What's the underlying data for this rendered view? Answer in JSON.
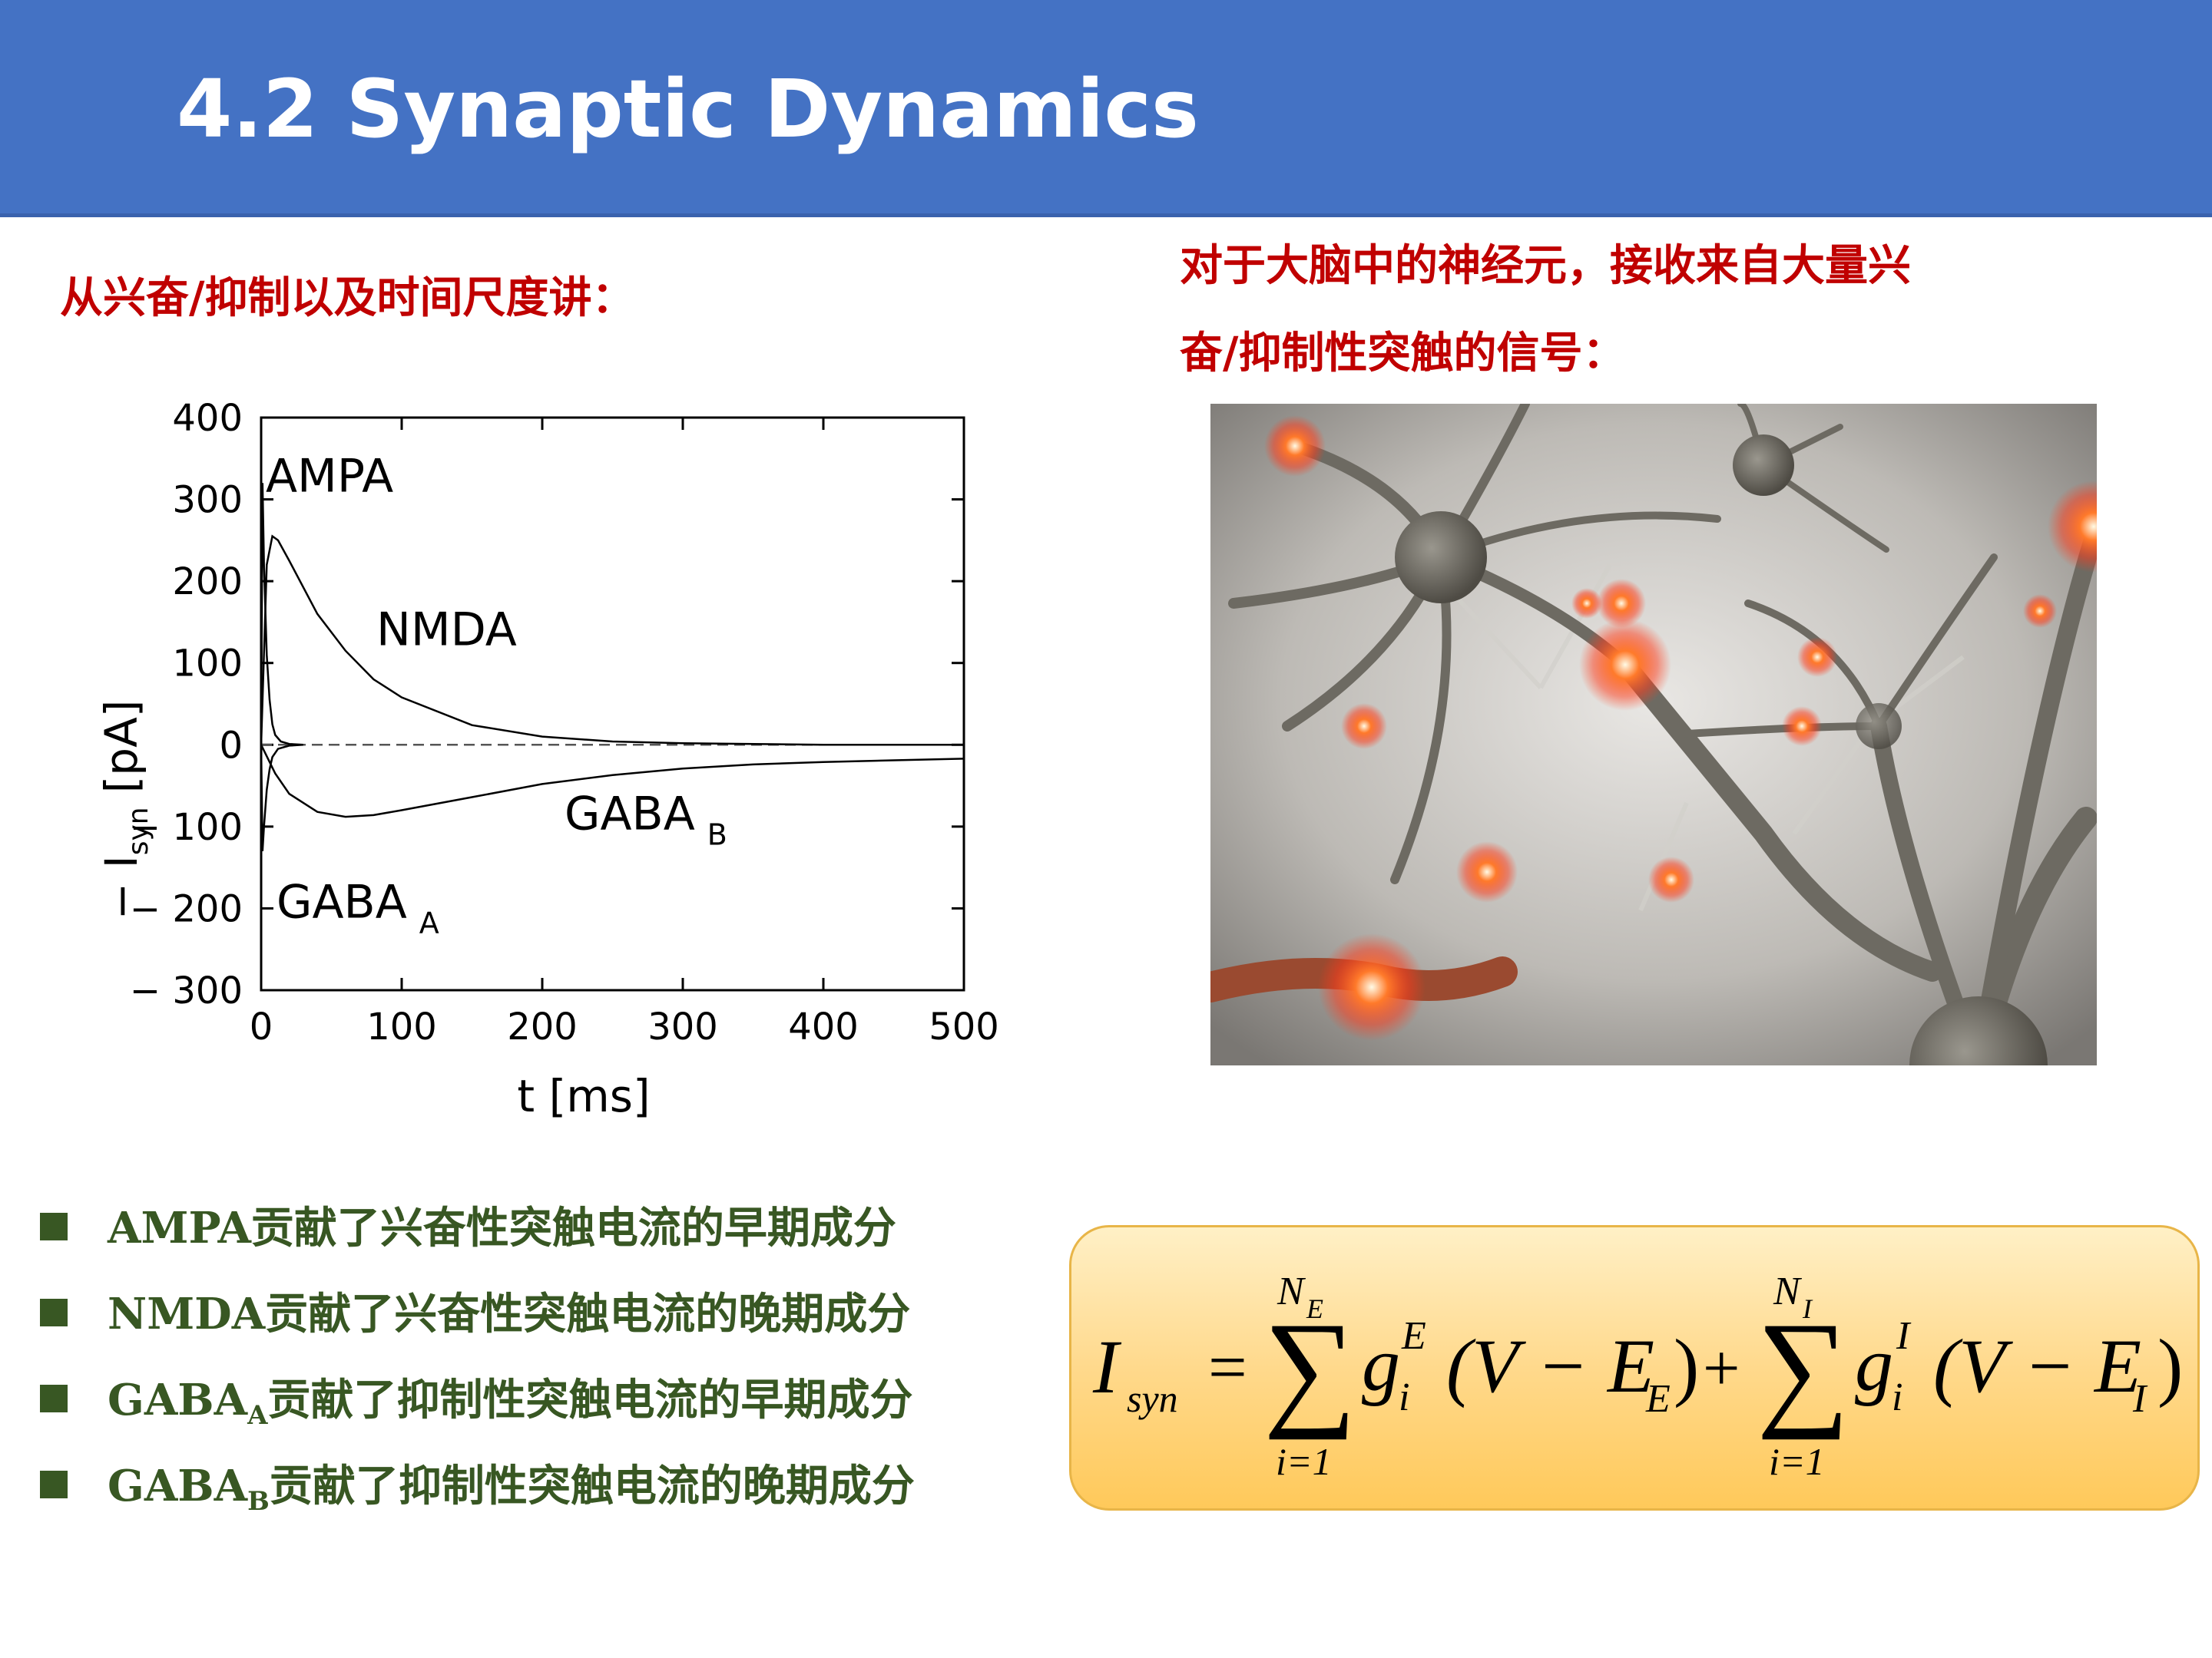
{
  "slide": {
    "title": "4.2 Synaptic Dynamics",
    "left_heading": "从兴奋/抑制以及时间尺度讲：",
    "right_heading_line1": "对于大脑中的神经元，接收来自大量兴",
    "right_heading_line2": "奋/抑制性突触的信号：",
    "bullets": [
      {
        "name": "AMPA",
        "sub": "",
        "text": "贡献了兴奋性突触电流的早期成分"
      },
      {
        "name": "NMDA",
        "sub": "",
        "text": "贡献了兴奋性突触电流的晚期成分"
      },
      {
        "name": "GABA",
        "sub": "A",
        "text": "贡献了抑制性突触电流的早期成分"
      },
      {
        "name": "GABA",
        "sub": "B",
        "text": "贡献了抑制性突触电流的晚期成分"
      }
    ],
    "formula": {
      "lhs_symbol": "I",
      "lhs_sub": "syn",
      "equals": "=",
      "sum1_upper": "N",
      "sum1_upper_sub": "E",
      "sum1_lower": "i=1",
      "g": "g",
      "g1_sup": "E",
      "g_sub": "i",
      "term1_open": "(V − E",
      "term1_sub": "E",
      "plus": "+",
      "sum2_upper": "N",
      "sum2_upper_sub": "I",
      "sum2_lower": "i=1",
      "g2_sup": "I",
      "term2_open": "(V − E",
      "term2_sub": "I",
      "close": ")"
    },
    "colors": {
      "title_bar": "#4472C4",
      "heading": "#C00000",
      "bullet": "#385723",
      "formula_fill": "#FFD98C",
      "formula_border": "#E8B548"
    },
    "image": {
      "icon": "neuron-network-image"
    }
  },
  "chart_data": {
    "type": "line",
    "xlabel": "t [ms]",
    "ylabel_prefix": "− I",
    "ylabel_sub": "syn",
    "ylabel_unit": "[pA]",
    "xlim": [
      0,
      500
    ],
    "ylim": [
      -300,
      400
    ],
    "xticks": [
      0,
      100,
      200,
      300,
      400,
      500
    ],
    "yticks": [
      400,
      300,
      200,
      100,
      0,
      -100,
      -200,
      -300
    ],
    "xtick_labels": [
      "0",
      "100",
      "200",
      "300",
      "400",
      "500"
    ],
    "ytick_labels": [
      "400",
      "300",
      "200",
      "100",
      "0",
      "− 100",
      "− 200",
      "− 300"
    ],
    "grid": false,
    "series": [
      {
        "name": "AMPA",
        "sub": "",
        "x": [
          0,
          1,
          2,
          4,
          6,
          8,
          10,
          14,
          20,
          30
        ],
        "y": [
          0,
          320,
          220,
          110,
          55,
          25,
          12,
          4,
          1,
          0
        ]
      },
      {
        "name": "NMDA",
        "sub": "",
        "x": [
          0,
          4,
          8,
          12,
          20,
          40,
          60,
          80,
          100,
          150,
          200,
          250,
          300,
          400,
          500
        ],
        "y": [
          0,
          220,
          255,
          250,
          225,
          160,
          115,
          80,
          58,
          24,
          10,
          4,
          2,
          0,
          0
        ]
      },
      {
        "name": "GABA",
        "sub": "A",
        "x": [
          0,
          1,
          2,
          4,
          6,
          8,
          12,
          20,
          30
        ],
        "y": [
          0,
          -130,
          -100,
          -55,
          -30,
          -15,
          -5,
          -1,
          0
        ]
      },
      {
        "name": "GABA",
        "sub": "B",
        "x": [
          0,
          10,
          20,
          40,
          60,
          80,
          100,
          150,
          200,
          250,
          300,
          350,
          400,
          450,
          500
        ],
        "y": [
          0,
          -35,
          -60,
          -82,
          -88,
          -86,
          -80,
          -64,
          -48,
          -37,
          -29,
          -24,
          -21,
          -19,
          -17
        ]
      }
    ]
  }
}
